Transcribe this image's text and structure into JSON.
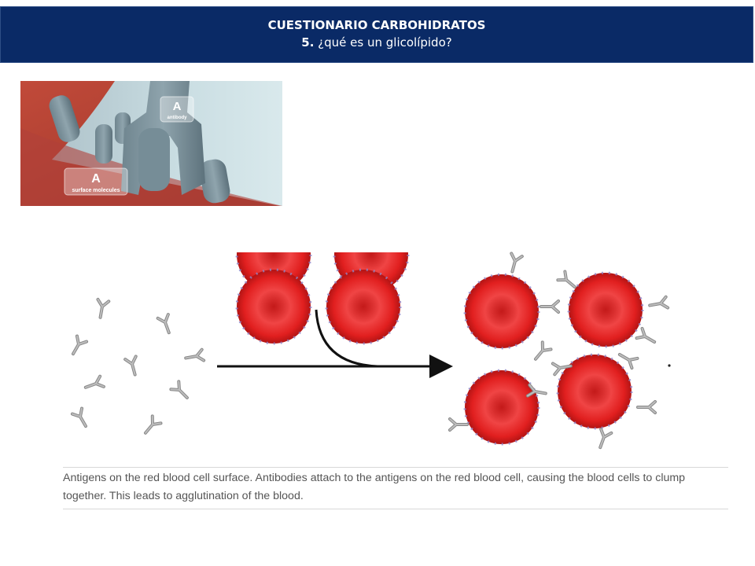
{
  "header": {
    "title": "CUESTIONARIO CARBOHIDRATOS",
    "question_number": "5.",
    "question_text": " ¿qué es un glicolípido?"
  },
  "photo": {
    "antibody_letter": "A",
    "antibody_label": "antibody",
    "surface_letter": "A",
    "surface_label": "surface molecules"
  },
  "caption": "Antigens on the red blood cell surface. Antibodies attach to the antigens on the red blood cell, causing the blood cells to clump together. This leads to agglutination of the blood."
}
